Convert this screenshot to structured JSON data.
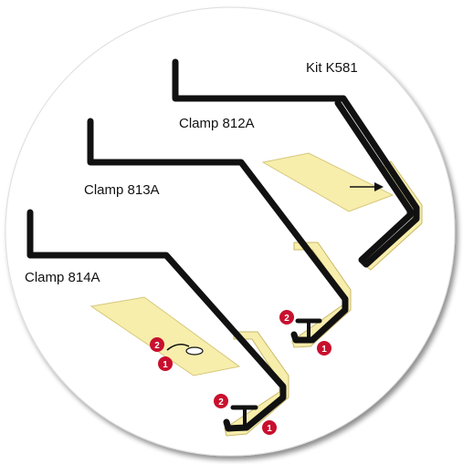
{
  "kit_label": "Kit K581",
  "clamps": [
    {
      "id": "812A",
      "label": "Clamp 812A"
    },
    {
      "id": "813A",
      "label": "Clamp 813A"
    },
    {
      "id": "814A",
      "label": "Clamp 814A"
    }
  ],
  "callouts": {
    "one": "1",
    "two": "2"
  },
  "colors": {
    "background": "#ffffff",
    "wire": "#111111",
    "pad": "#f7eeac",
    "pad_edge": "#d6c77a",
    "callout": "#c8102e",
    "disc_shadow": "#b8b8b8"
  }
}
